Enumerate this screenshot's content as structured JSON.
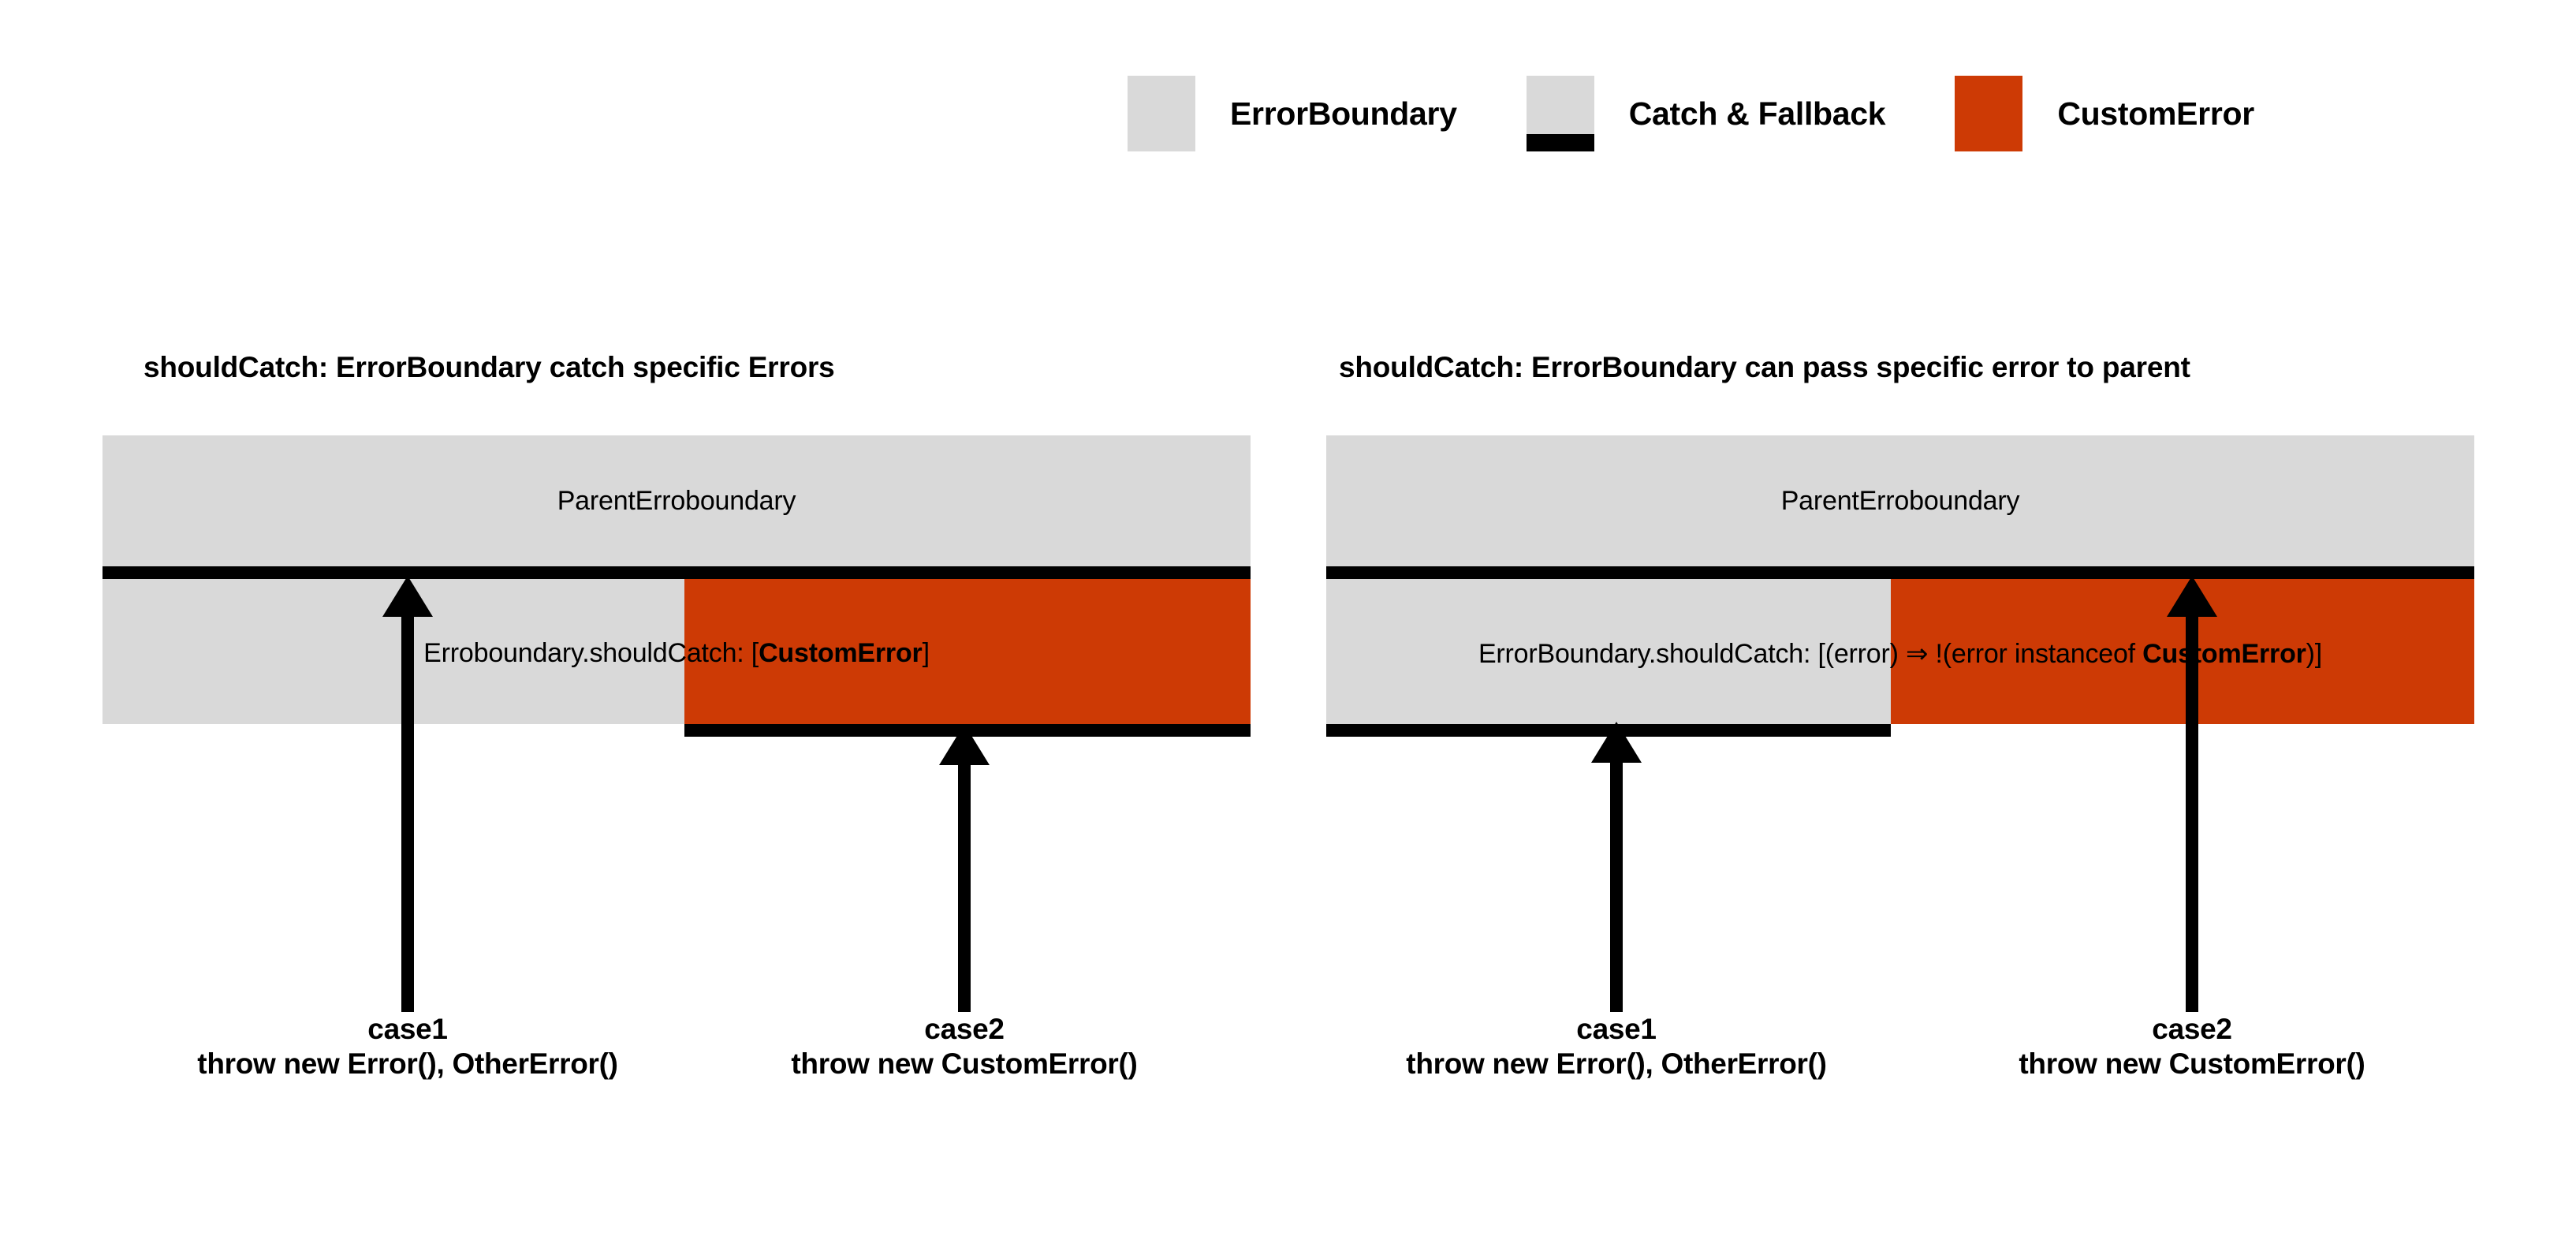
{
  "legend": {
    "items": [
      {
        "label": "ErrorBoundary",
        "swatch": "gray-square",
        "color": "#d9d9d9"
      },
      {
        "label": "Catch & Fallback",
        "swatch": "gray-square-with-black-bottom-bar",
        "color": "#d9d9d9",
        "bar_color": "#000000"
      },
      {
        "label": "CustomError",
        "swatch": "orange-square",
        "color": "#cd3a05"
      }
    ]
  },
  "panels": [
    {
      "title": "shouldCatch: ErrorBoundary catch specific Errors",
      "parent_label": "ParentErroboundary",
      "child_label_prefix": "Erroboundary.shouldCatch: [",
      "child_label_bold": "CustomError",
      "child_label_suffix": "]",
      "child_label_middle": "",
      "arrows": [
        {
          "name": "case1",
          "caption_line1": "case1",
          "caption_line2": "throw new Error(), OtherError()"
        },
        {
          "name": "case2",
          "caption_line1": "case2",
          "caption_line2": "throw new CustomError()"
        }
      ]
    },
    {
      "title": "shouldCatch: ErrorBoundary can pass specific error to parent",
      "parent_label": "ParentErroboundary",
      "child_label_prefix": "ErrorBoundary.shouldCatch: [(error) ⇒ !(error instanceof ",
      "child_label_bold": "CustomError",
      "child_label_suffix": ")]",
      "child_label_middle": "",
      "arrows": [
        {
          "name": "case1",
          "caption_line1": "case1",
          "caption_line2": "throw new Error(), OtherError()"
        },
        {
          "name": "case2",
          "caption_line1": "case2",
          "caption_line2": "throw new CustomError()"
        }
      ]
    }
  ],
  "colors": {
    "gray": "#d9d9d9",
    "orange": "#cd3a05",
    "black": "#000000",
    "background": "#ffffff"
  }
}
